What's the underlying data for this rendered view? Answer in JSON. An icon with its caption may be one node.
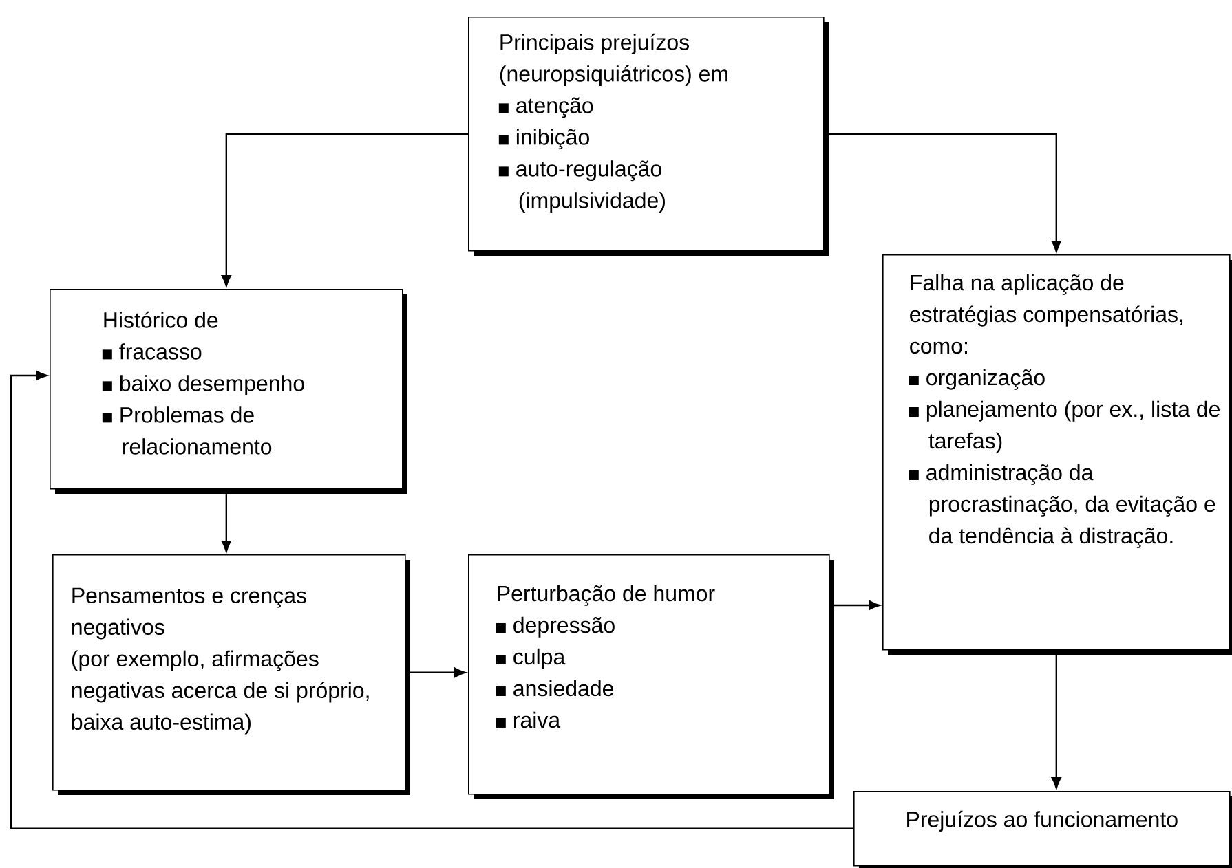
{
  "diagram": {
    "nodes": [
      {
        "text": [
          "Principais prejuízos (neuropsiquiátricos) em",
          "atenção",
          "inibição",
          "auto-regulação (impulsividade)"
        ]
      },
      {
        "text": [
          "Histórico de",
          "fracasso",
          "baixo desempenho",
          "Problemas de relacionamento"
        ]
      },
      {
        "text": [
          "Falha na aplicação de estratégias compensatórias, como:",
          "organização",
          "planejamento (por ex., lista de tarefas)",
          "administração da procrastinação, da evitação e da tendência à distração."
        ]
      },
      {
        "text": [
          "Pensamentos e crenças negativos",
          "(por exemplo, afirmações negativas acerca de si próprio, baixa auto-estima)"
        ]
      },
      {
        "text": [
          "Perturbação de humor",
          "depressão",
          "culpa",
          "ansiedade",
          "raiva"
        ]
      },
      {
        "text": [
          "Prejuízos ao funcionamento"
        ]
      }
    ],
    "edges": [
      {
        "from": 0,
        "to": 1,
        "arrow": "to"
      },
      {
        "from": 0,
        "to": 2,
        "arrow": "to"
      },
      {
        "from": 1,
        "to": 3,
        "arrow": "to"
      },
      {
        "from": 3,
        "to": 4,
        "arrow": "to"
      },
      {
        "from": 4,
        "to": 2,
        "arrow": "to"
      },
      {
        "from": 2,
        "to": 5,
        "arrow": "to"
      },
      {
        "from": 5,
        "to": 1,
        "arrow": "to"
      }
    ]
  }
}
